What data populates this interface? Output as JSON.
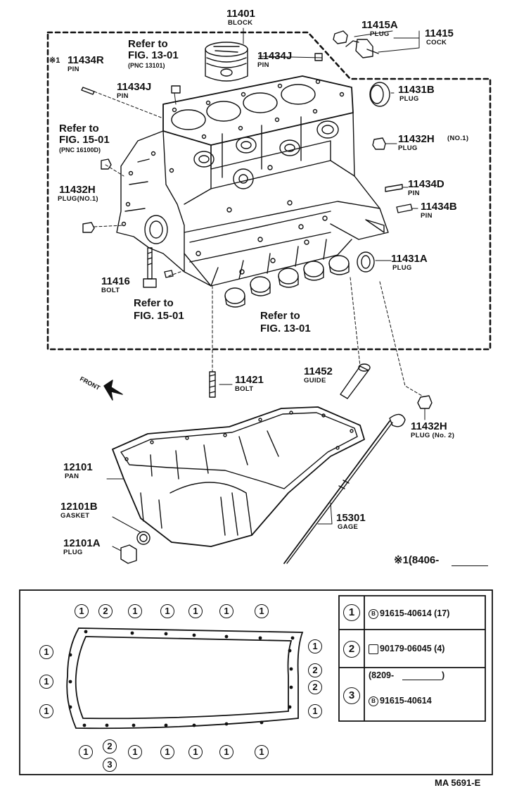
{
  "parts": {
    "p11401": {
      "number": "11401",
      "name": "BLOCK"
    },
    "p11415a": {
      "number": "11415A",
      "name": "PLUG"
    },
    "p11415": {
      "number": "11415",
      "name": "COCK"
    },
    "p11434r": {
      "number": "11434R",
      "name": "PIN"
    },
    "p11434j_top": {
      "number": "11434J",
      "name": "PIN"
    },
    "p11434j_mid": {
      "number": "11434J",
      "name": "PIN"
    },
    "p11431b": {
      "number": "11431B",
      "name": "PLUG"
    },
    "p11432h_no1_right": {
      "number": "11432H",
      "name": "PLUG",
      "note": "(NO.1)"
    },
    "p11432h_no1_left": {
      "number": "11432H",
      "name": "PLUG(NO.1)"
    },
    "p11434d": {
      "number": "11434D",
      "name": "PIN"
    },
    "p11434b": {
      "number": "11434B",
      "name": "PIN"
    },
    "p11431a": {
      "number": "11431A",
      "name": "PLUG"
    },
    "p11416": {
      "number": "11416",
      "name": "BOLT"
    },
    "p11421": {
      "number": "11421",
      "name": "BOLT"
    },
    "p11452": {
      "number": "11452",
      "name": "GUIDE"
    },
    "p11432h_no2": {
      "number": "11432H",
      "name": "PLUG (No. 2)"
    },
    "p12101": {
      "number": "12101",
      "name": "PAN"
    },
    "p12101b": {
      "number": "12101B",
      "name": "GASKET"
    },
    "p12101a": {
      "number": "12101A",
      "name": "PLUG"
    },
    "p15301": {
      "number": "15301",
      "name": "GAGE"
    }
  },
  "refs": {
    "fig1301_top": {
      "l1": "Refer to",
      "l2": "FIG. 13-01",
      "l3": "(PNC 13101)"
    },
    "fig1501_left": {
      "l1": "Refer to",
      "l2": "FIG. 15-01",
      "l3": "(PNC 16100D)"
    },
    "fig1501_bottom": {
      "l1": "Refer to",
      "l2": "FIG. 15-01"
    },
    "fig1301_bottom": {
      "l1": "Refer to",
      "l2": "FIG. 13-01"
    }
  },
  "front_label": "FRONT",
  "asterisk_mark": "※1",
  "date_note": "※1(8406-",
  "bolt_circles": {
    "top_row": [
      "1",
      "2",
      "1",
      "1",
      "1",
      "1",
      "1"
    ],
    "left_col": [
      "1",
      "1",
      "1"
    ],
    "right_col": [
      "1",
      "2",
      "2",
      "1"
    ],
    "bottom_row_a": [
      "1",
      "2",
      "1",
      "1",
      "1",
      "1",
      "1"
    ],
    "bottom_row_b": [
      "3"
    ]
  },
  "bolt_table": [
    {
      "key": "1",
      "text": "91615-40614 (17)"
    },
    {
      "key": "2",
      "text": "90179-06045 (4)"
    },
    {
      "key": "3",
      "line1": "(8209-",
      "line1_end": ")",
      "text": "91615-40614"
    }
  ],
  "footer_code": "MA 5691-E"
}
